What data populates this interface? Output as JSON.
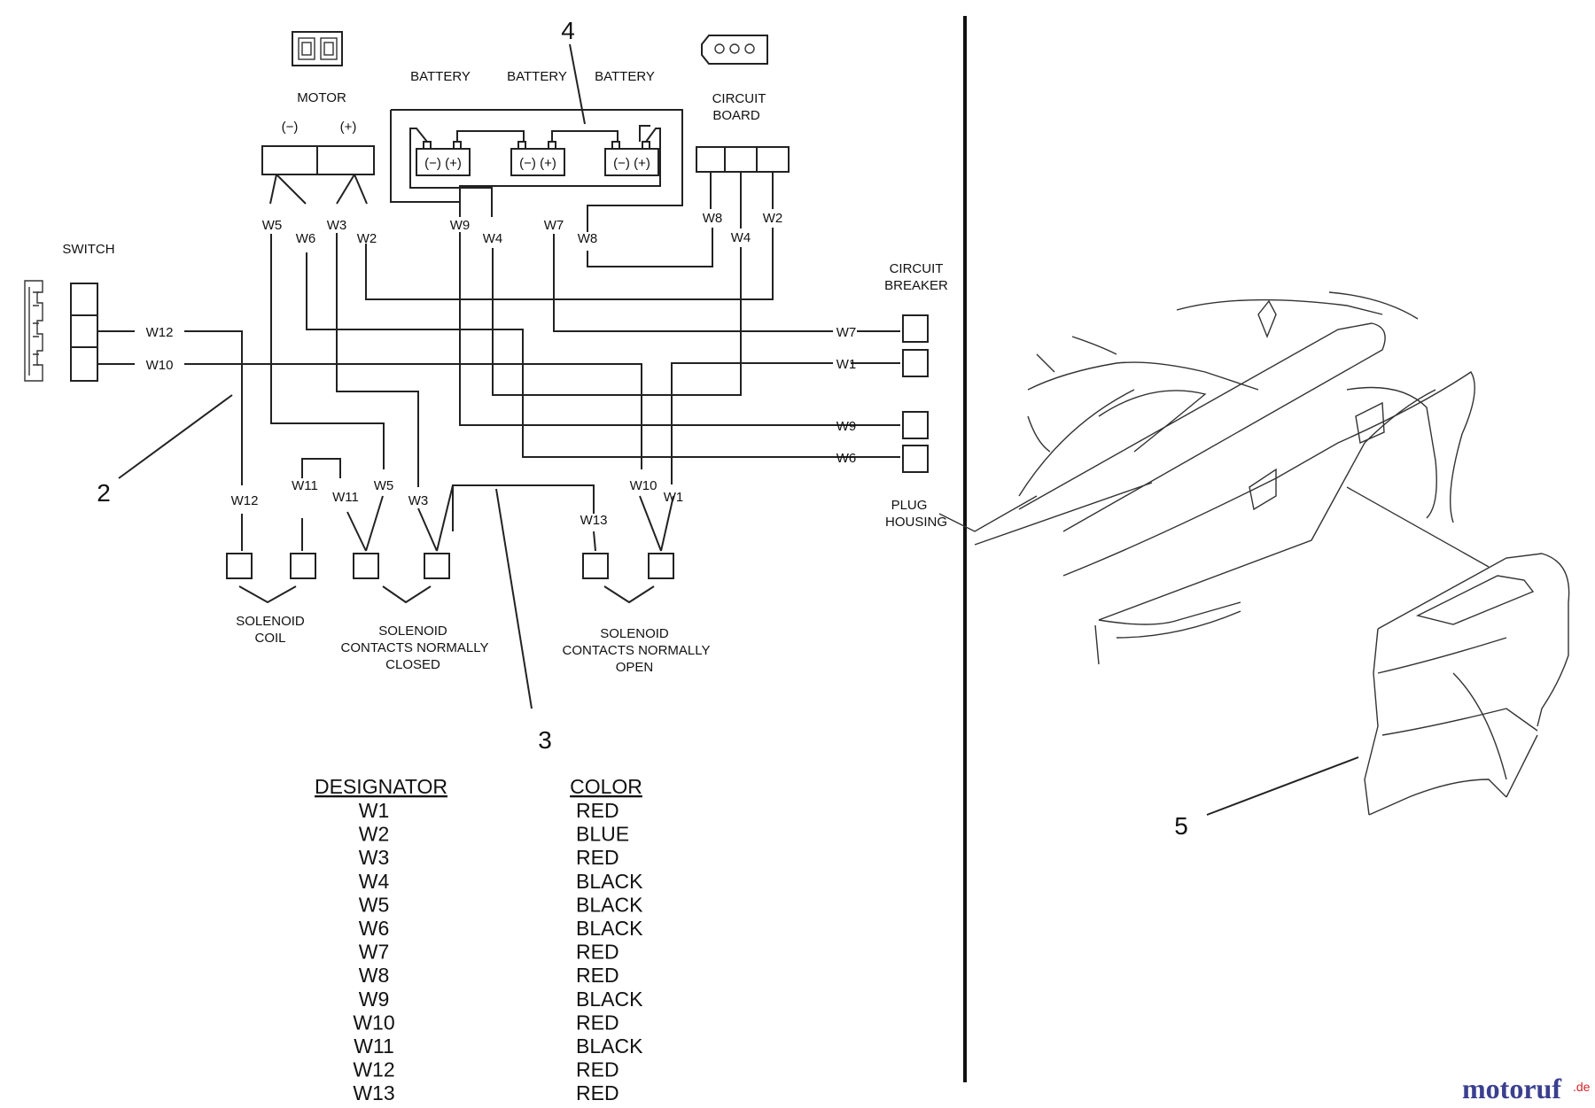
{
  "components": {
    "motor": "MOTOR",
    "motor_neg": "(−)",
    "motor_pos": "(+)",
    "battery_1": "BATTERY",
    "battery_2": "BATTERY",
    "battery_3": "BATTERY",
    "battery_terminals": "(−) (+)",
    "circuit_board_1": "CIRCUIT",
    "circuit_board_2": "BOARD",
    "switch": "SWITCH",
    "circuit_breaker_1": "CIRCUIT",
    "circuit_breaker_2": "BREAKER",
    "plug_housing_1": "PLUG",
    "plug_housing_2": "HOUSING",
    "solenoid_coil_1": "SOLENOID",
    "solenoid_coil_2": "COIL",
    "solenoid_nc_1": "SOLENOID",
    "solenoid_nc_2": "CONTACTS NORMALLY",
    "solenoid_nc_3": "CLOSED",
    "solenoid_no_1": "SOLENOID",
    "solenoid_no_2": "CONTACTS NORMALLY",
    "solenoid_no_3": "OPEN"
  },
  "wire_labels": {
    "motor_w5": "W5",
    "motor_w6": "W6",
    "motor_w3": "W3",
    "motor_w2": "W2",
    "bat_w9": "W9",
    "bat_w4": "W4",
    "bat_w7": "W7",
    "bat_w8": "W8",
    "cb_w8": "W8",
    "cb_w4": "W4",
    "cb_w2": "W2",
    "sw_w12": "W12",
    "sw_w10": "W10",
    "brk_w7": "W7",
    "brk_w1": "W1",
    "plug_w9": "W9",
    "plug_w6": "W6",
    "sol_w12": "W12",
    "sol_w11a": "W11",
    "sol_w11b": "W11",
    "sol_w5": "W5",
    "sol_w3": "W3",
    "sol_w13": "W13",
    "sol_w10": "W10",
    "sol_w1": "W1"
  },
  "callouts": {
    "c2": "2",
    "c3": "3",
    "c4": "4",
    "c5": "5"
  },
  "table": {
    "header_designator": "DESIGNATOR",
    "header_color": "COLOR",
    "rows": [
      {
        "designator": "W1",
        "color": "RED"
      },
      {
        "designator": "W2",
        "color": "BLUE"
      },
      {
        "designator": "W3",
        "color": "RED"
      },
      {
        "designator": "W4",
        "color": "BLACK"
      },
      {
        "designator": "W5",
        "color": "BLACK"
      },
      {
        "designator": "W6",
        "color": "BLACK"
      },
      {
        "designator": "W7",
        "color": "RED"
      },
      {
        "designator": "W8",
        "color": "RED"
      },
      {
        "designator": "W9",
        "color": "BLACK"
      },
      {
        "designator": "W10",
        "color": "RED"
      },
      {
        "designator": "W11",
        "color": "BLACK"
      },
      {
        "designator": "W12",
        "color": "RED"
      },
      {
        "designator": "W13",
        "color": "RED"
      }
    ]
  },
  "watermark": {
    "brand": "motoruf",
    "suffix": ".de",
    "brand_color": "#3a3f8f",
    "accent_color": "#d2232a"
  }
}
